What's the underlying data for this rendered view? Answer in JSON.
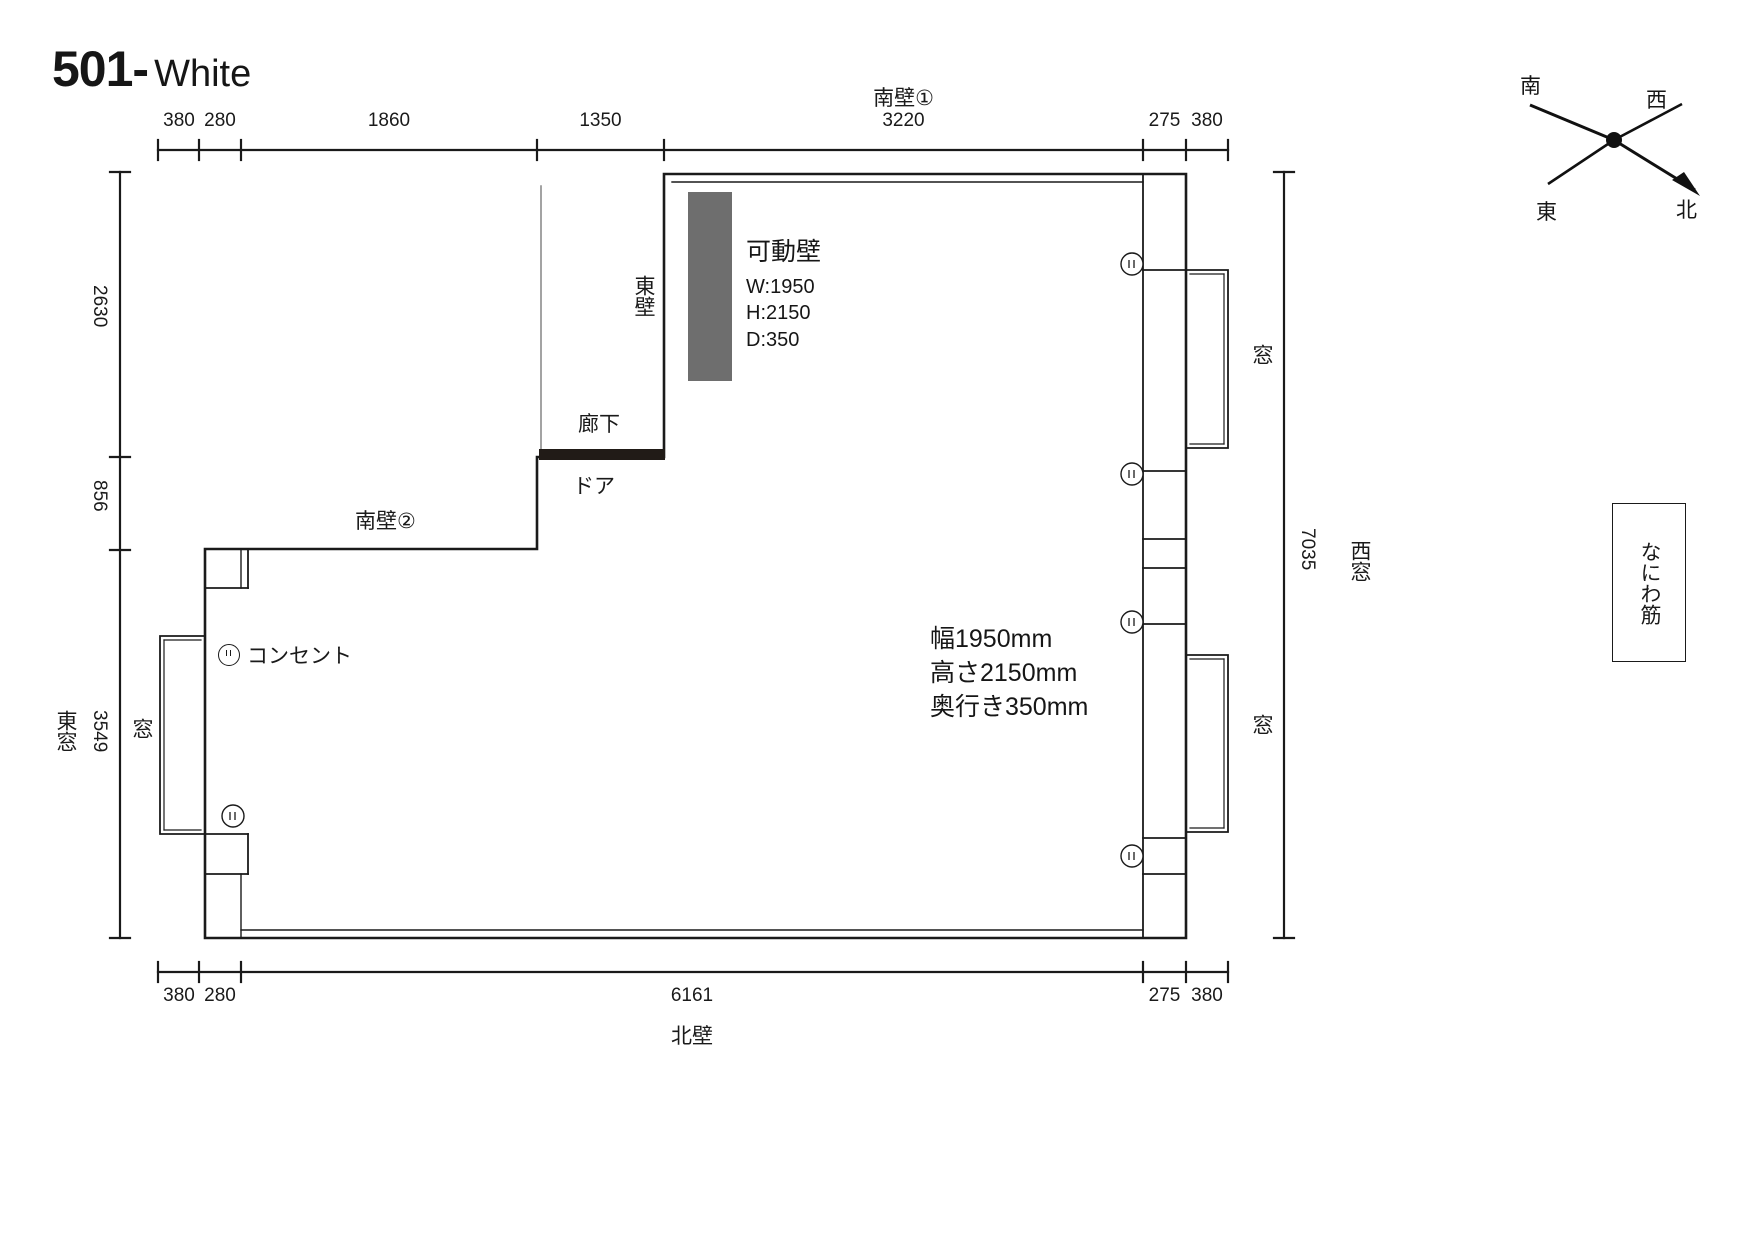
{
  "title": {
    "number": "501-",
    "name": "White"
  },
  "compass": {
    "south": "南",
    "west": "西",
    "east": "東",
    "north": "北"
  },
  "street_box": {
    "label": "なにわ筋"
  },
  "top_dimension": {
    "wall_label": "南壁①",
    "segments": [
      "380",
      "280",
      "1860",
      "1350",
      "3220",
      "275",
      "380"
    ]
  },
  "bottom_dimension": {
    "wall_label": "北壁",
    "segments": [
      "380",
      "280",
      "6161",
      "275",
      "380"
    ]
  },
  "left_dimension": {
    "segments": [
      "2630",
      "856",
      "3549"
    ],
    "wall_label": "東窓",
    "window_label": "窓"
  },
  "right_dimension": {
    "total": "7035",
    "wall_label": "西窓",
    "window_labels": [
      "窓",
      "窓"
    ]
  },
  "interior_labels": {
    "east_wall": "東壁",
    "south_wall_2": "南壁②",
    "corridor": "廊下",
    "door": "ドア"
  },
  "movable_wall": {
    "title": "可動壁",
    "width": "W:1950",
    "height": "H:2150",
    "depth": "D:350"
  },
  "center_spec": {
    "width": "幅1950mm",
    "height": "高さ2150mm",
    "depth": "奥行き350mm"
  },
  "outlet": {
    "label": "コンセント",
    "icon": "outlet-icon"
  },
  "colors": {
    "line": "#1a1a1a",
    "movable_wall_fill": "#6e6e6e",
    "door_fill": "#211b17"
  }
}
